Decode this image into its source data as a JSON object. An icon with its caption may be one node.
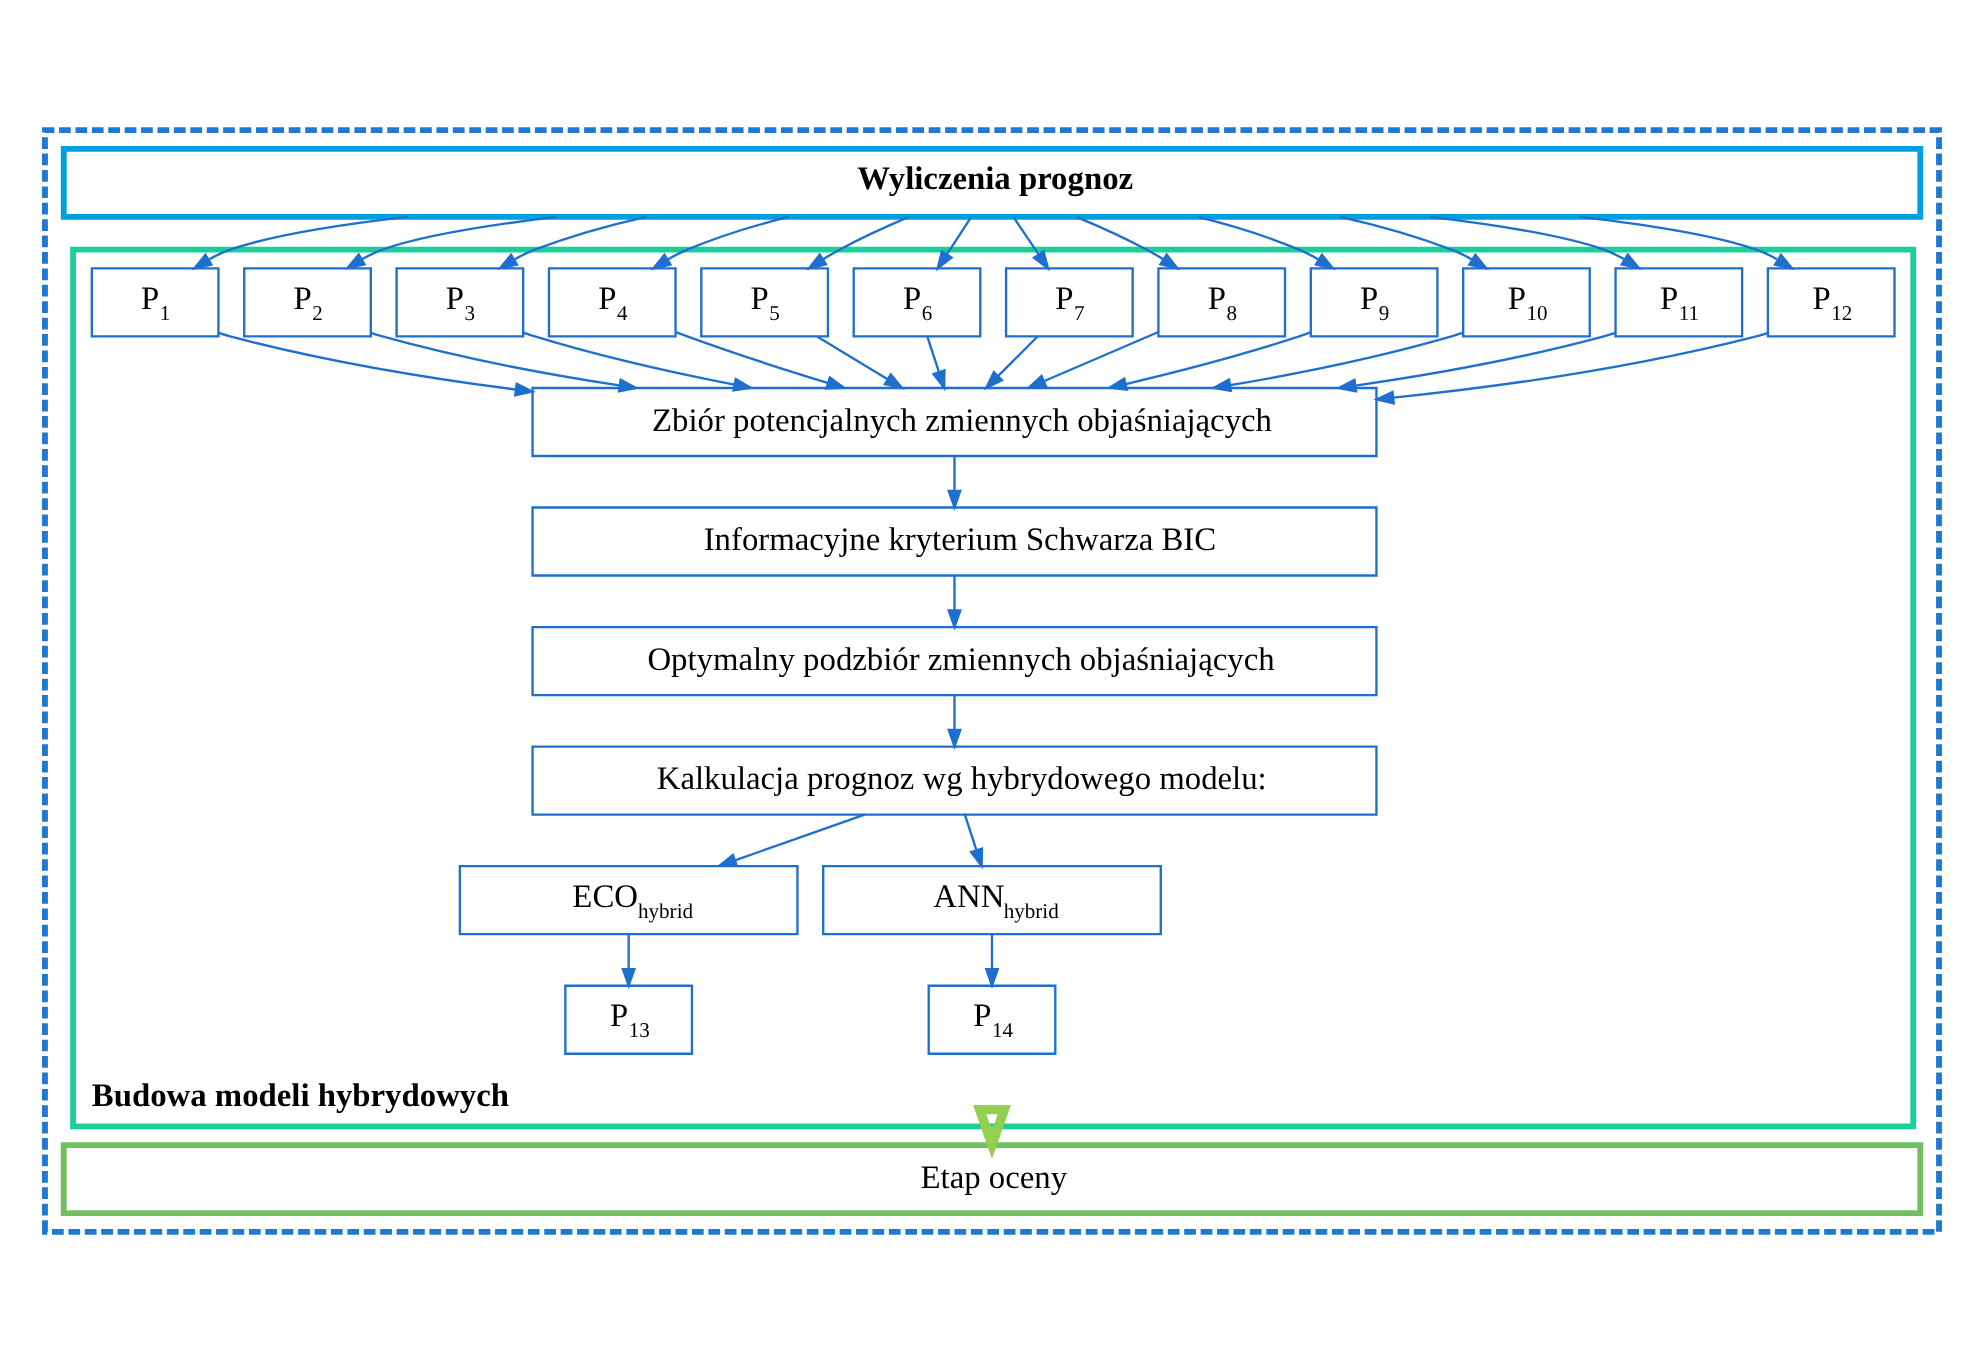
{
  "diagram": {
    "nodes": [
      {
        "text": [],
        "shape": "box"
      },
      {
        "text": [
          "Wyliczenia prognoz"
        ],
        "in": 0
      },
      {
        "text": [
          "Budowa modeli hybrydowych"
        ],
        "in": 0
      },
      {
        "text": [
          "P$_{1}$"
        ],
        "in": 2
      },
      {
        "text": [
          "P$_{2}$"
        ],
        "in": 2
      },
      {
        "text": [
          "P$_{3}$"
        ],
        "in": 2
      },
      {
        "text": [
          "P$_{4}$"
        ],
        "in": 2
      },
      {
        "text": [
          "P$_{5}$"
        ],
        "in": 2
      },
      {
        "text": [
          "P$_{6}$"
        ],
        "in": 2
      },
      {
        "text": [
          "P$_{7}$"
        ],
        "in": 2
      },
      {
        "text": [
          "P$_{8}$"
        ],
        "in": 2
      },
      {
        "text": [
          "P$_{9}$"
        ],
        "in": 2
      },
      {
        "text": [
          "P$_{10}$"
        ],
        "in": 2
      },
      {
        "text": [
          "P$_{11}$"
        ],
        "in": 2
      },
      {
        "text": [
          "P$_{12}$"
        ],
        "in": 2
      },
      {
        "text": [
          "Zbiór potencjalnych zmiennych objaśniających"
        ],
        "in": 2
      },
      {
        "text": [
          "Informacyjne kryterium Schwarza BIC"
        ],
        "in": 2
      },
      {
        "text": [
          "Optymalny podzbiór zmiennych objaśniających"
        ],
        "in": 2
      },
      {
        "text": [
          "Kalkulacja prognoz wg hybrydowego modelu:"
        ],
        "in": 2
      },
      {
        "text": [
          "ECO$_{hybrid}$"
        ],
        "in": 2
      },
      {
        "text": [
          "ANN$_{hybrid}$"
        ],
        "in": 2
      },
      {
        "text": [
          "P$_{13}$"
        ],
        "in": 2
      },
      {
        "text": [
          "P$_{14}$"
        ],
        "in": 2
      },
      {
        "text": [
          "Etap oceny"
        ],
        "in": 0
      }
    ],
    "edges": [
      {
        "from": 1,
        "to": 3,
        "arrow": "to"
      },
      {
        "from": 1,
        "to": 4,
        "arrow": "to"
      },
      {
        "from": 1,
        "to": 5,
        "arrow": "to"
      },
      {
        "from": 1,
        "to": 6,
        "arrow": "to"
      },
      {
        "from": 1,
        "to": 7,
        "arrow": "to"
      },
      {
        "from": 1,
        "to": 8,
        "arrow": "to"
      },
      {
        "from": 1,
        "to": 9,
        "arrow": "to"
      },
      {
        "from": 1,
        "to": 10,
        "arrow": "to"
      },
      {
        "from": 1,
        "to": 11,
        "arrow": "to"
      },
      {
        "from": 1,
        "to": 12,
        "arrow": "to"
      },
      {
        "from": 1,
        "to": 13,
        "arrow": "to"
      },
      {
        "from": 1,
        "to": 14,
        "arrow": "to"
      },
      {
        "from": 3,
        "to": 15,
        "arrow": "to"
      },
      {
        "from": 4,
        "to": 15,
        "arrow": "to"
      },
      {
        "from": 5,
        "to": 15,
        "arrow": "to"
      },
      {
        "from": 6,
        "to": 15,
        "arrow": "to"
      },
      {
        "from": 7,
        "to": 15,
        "arrow": "to"
      },
      {
        "from": 8,
        "to": 15,
        "arrow": "to"
      },
      {
        "from": 9,
        "to": 15,
        "arrow": "to"
      },
      {
        "from": 10,
        "to": 15,
        "arrow": "to"
      },
      {
        "from": 11,
        "to": 15,
        "arrow": "to"
      },
      {
        "from": 12,
        "to": 15,
        "arrow": "to"
      },
      {
        "from": 13,
        "to": 15,
        "arrow": "to"
      },
      {
        "from": 14,
        "to": 15,
        "arrow": "to"
      },
      {
        "from": 15,
        "to": 16,
        "arrow": "to"
      },
      {
        "from": 16,
        "to": 17,
        "arrow": "to"
      },
      {
        "from": 17,
        "to": 18,
        "arrow": "to"
      },
      {
        "from": 18,
        "to": 19,
        "arrow": "to"
      },
      {
        "from": 18,
        "to": 20,
        "arrow": "to"
      },
      {
        "from": 19,
        "to": 21,
        "arrow": "to"
      },
      {
        "from": 20,
        "to": 22,
        "arrow": "to"
      },
      {
        "from": 2,
        "to": 23,
        "arrow": "to",
        "style": "thick",
        "color": "#92d050"
      }
    ]
  }
}
